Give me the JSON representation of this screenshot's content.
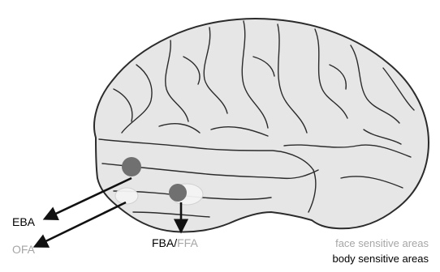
{
  "labels": {
    "eba": "EBA",
    "ofa": "OFA",
    "fba": "FBA/",
    "ffa": "FFA"
  },
  "legend": {
    "face": "face sensitive areas",
    "body": "body sensitive areas"
  },
  "colors": {
    "brain_fill": "#e6e6e6",
    "brain_outline": "#2b2b2b",
    "body_area": "#707070",
    "face_area": "#f4f4f4",
    "face_text": "#a6a6a6",
    "body_text": "#000000",
    "arrow": "#111111"
  }
}
